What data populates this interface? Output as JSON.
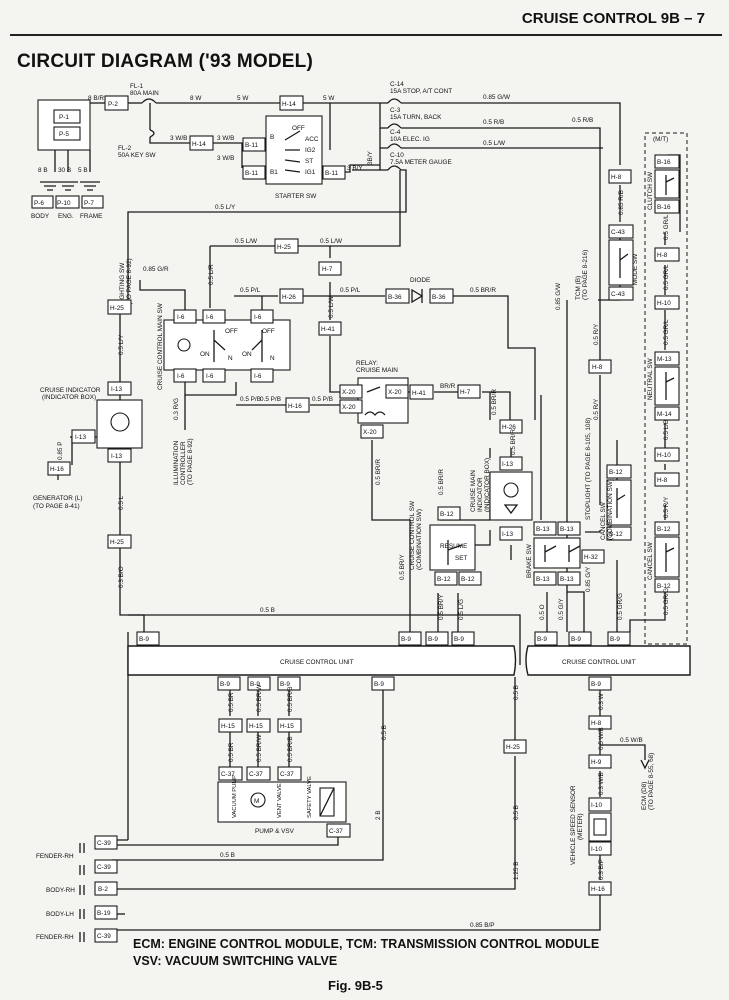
{
  "header": {
    "section": "CRUISE CONTROL 9B – 7",
    "title": "CIRCUIT DIAGRAM ('93 MODEL)"
  },
  "fuses": {
    "fl1": "FL-1",
    "fl1_rating": "80A MAIN",
    "fl2": "FL-2",
    "fl2_rating": "50A KEY SW",
    "c14": "C-14",
    "c14_rating": "15A STOP, A/T CONT",
    "c3": "C-3",
    "c3_rating": "15A TURN, BACK",
    "c4": "C-4",
    "c4_rating": "10A ELEC. IG",
    "c10": "C-10",
    "c10_rating": "7.5A METER GAUGE"
  },
  "battery": {
    "p1": "P-1",
    "p5": "P-5",
    "p2": "P-2"
  },
  "grounds": {
    "p6": "P-6",
    "p10": "P-10",
    "p7": "P-7",
    "body": "BODY",
    "eng": "ENG.",
    "frame": "FRAME"
  },
  "starter": {
    "label": "STARTER SW",
    "off": "OFF",
    "acc": "ACC",
    "ig2": "IG2",
    "st": "ST",
    "ig1": "IG1",
    "b1": "B1",
    "b": "B",
    "b11": "B-11"
  },
  "wires": {
    "w8br": "8 B/R",
    "w8w": "8 W",
    "w5w": "5 W",
    "w5w2": "5 W",
    "w085gw": "0.85 G/W",
    "w05rb": "0.5 R/B",
    "w05rb2": "0.5 R/B",
    "w05lw": "0.5 L/W",
    "w3wb": "3 W/B",
    "w3wb2": "3 W/B",
    "w3wb3": "3 W/B",
    "w3by": "3 B/Y",
    "w3by2": "3B/Y",
    "w8b": "8 B",
    "w30b": "30 B",
    "w5b": "5 B",
    "w05ly": "0.5 L/Y",
    "w05lw2": "0.5 L/W",
    "w05lw3": "0.5 L/W",
    "w05lw4": "0.5 L/W",
    "w05lr": "0.5 L/R",
    "w085gr": "0.85 G/R",
    "w05pl": "0.5 P/L",
    "w05pl2": "0.5 P/L",
    "w05brr": "0.5 BR/R",
    "w05pb": "0.5 P/B",
    "w05pb2": "0.5 P/B",
    "w05pb3": "0.5 P/B",
    "w03rg": "0.3 R/G",
    "w085p": "0.85 P",
    "w05l": "0.5 L",
    "w03bo": "0.3 B/O",
    "w05b": "0.5 B",
    "w05b2": "0.5 B",
    "w05b3": "0.5 B",
    "w05ly2": "0.5 L/Y",
    "brr": "BR/R",
    "w05brr2": "0.5 BR/R",
    "w05brr3": "0.5 BR/R",
    "w05brr4": "0.5 BR/R",
    "w05bry": "0.5 BR/Y",
    "w05lg": "0.5 L/G",
    "w085gw2": "0.85 G/W",
    "w05ry": "0.5 R/Y",
    "w05ry2": "0.5 R/Y",
    "w05ry3": "0.5 R/Y",
    "w085rb": "0.85 R/B",
    "w05grl": "0.5 GR/L",
    "w05gy": "0.5 G/Y",
    "w05grg": "0.5 GR/G",
    "w05grg2": "0.5 GR/G",
    "w05lb": "0.5 L/B",
    "w05o": "0.5 O",
    "w085gy": "0.85 G/Y",
    "w05grl2": "0.5 GR/L",
    "w05grl3": "0.5 GR/L",
    "w05br": "0.5 BR",
    "w05brw": "0.5 BR/W",
    "w05brb": "0.5 BR/B",
    "w05br2": "0.5 BR",
    "w05brw2": "0.5 BR/W",
    "w05brb2": "0.5 BR/B",
    "w2b": "2 B",
    "w05b4": "0.5 B",
    "w05b5": "0.5 B",
    "w125b": "1.25 B",
    "w085bp": "0.85 B/P",
    "w03w": "0.3 W",
    "w05wb": "0.5 W/B",
    "w05wb2": "0.5 W/B",
    "w03wb4": "0.3 W/B",
    "w03bp": "0.3 B/P",
    "w05wb3": "0.5 W/B"
  },
  "connectors": {
    "h14": "H-14",
    "h14b": "H-14",
    "h8": "H-8",
    "c43": "C-43",
    "c43b": "C-43",
    "h25": "H-25",
    "h25b": "H-25",
    "h25c": "H-25",
    "h25d": "H-25",
    "h7": "H-7",
    "h7b": "H-7",
    "h26": "H-26",
    "h26b": "H-26",
    "b36": "B-36",
    "b36b": "B-36",
    "h41": "H-41",
    "h41b": "H-41",
    "i6": "I-6",
    "i6b": "I-6",
    "i6c": "I-6",
    "i6d": "I-6",
    "i6e": "I-6",
    "i6f": "I-6",
    "i13": "I-13",
    "i13b": "I-13",
    "i13c": "I-13",
    "i13d": "I-13",
    "i13e": "I-13",
    "h16": "H-16",
    "h16b": "H-16",
    "h16c": "H-16",
    "x20": "X-20",
    "x20b": "X-20",
    "x20c": "X-20",
    "x20d": "X-20",
    "b12": "B-12",
    "b12b": "B-12",
    "b12c": "B-12",
    "b12d": "B-12",
    "b12e": "B-12",
    "b12f": "B-12",
    "b13": "B-13",
    "b13b": "B-13",
    "b13c": "B-13",
    "b13d": "B-13",
    "h32": "H-32",
    "b16": "B-16",
    "b16b": "B-16",
    "h10": "H-10",
    "h10b": "H-10",
    "m13": "M-13",
    "m14": "M-14",
    "h8b": "H-8",
    "h8c": "H-8",
    "h8d": "H-8",
    "h8e": "H-8",
    "b9": "B-9",
    "b9b": "B-9",
    "b9c": "B-9",
    "b9d": "B-9",
    "b9e": "B-9",
    "b9f": "B-9",
    "b9g": "B-9",
    "b9h": "B-9",
    "b9i": "B-9",
    "b9j": "B-9",
    "b9k": "B-9",
    "b9l": "B-9",
    "h15": "H-15",
    "h15b": "H-15",
    "h15c": "H-15",
    "c37": "C-37",
    "c37b": "C-37",
    "c37c": "C-37",
    "c37d": "C-37",
    "c39": "C-39",
    "c39b": "C-39",
    "c39c": "C-39",
    "b2": "B-2",
    "b19": "B-19",
    "h9": "H-9",
    "h9b": "H-9",
    "i10": "I-10",
    "i10b": "I-10",
    "h25e": "H-25"
  },
  "components": {
    "lighting_sw": "LIGHTING SW",
    "lighting_ref": "(TO PAGE 8-92)",
    "main_sw": "CRUISE CONTROL MAIN SW",
    "off1": "OFF",
    "off2": "OFF",
    "on1": "ON",
    "on2": "ON",
    "n1": "N",
    "n2": "N",
    "indicator": "CRUISE INDICATOR",
    "indicator_box": "(INDICATOR BOX)",
    "illum": "ILLUMINATION",
    "illum2": "CONTROLLER",
    "illum_ref": "(TO PAGE 8-92)",
    "generator": "GENERATOR (L)",
    "generator_ref": "(TO PAGE 8-41)",
    "relay": "RELAY:",
    "relay2": "CRUISE MAIN",
    "diode": "DIODE",
    "comb_sw": "CRUISE CONTROL SW",
    "comb_sw2": "(COMBINATION SW)",
    "resume": "RESUME",
    "set": "SET",
    "main_ind": "CRUISE MAIN",
    "main_ind2": "INDICATOR",
    "main_ind3": "(INDICATOR BOX)",
    "brake_sw": "BRAKE SW",
    "stoplight": "STOPLIGHT (TO PAGE 8-105, 108)",
    "cancel_comb": "CANCEL SW",
    "cancel_comb2": "(COMBINATION SW)",
    "tcm": "TCM (B)",
    "tcm_ref": "(TO PAGE 8-216)",
    "mode_sw": "MODE SW",
    "mt": "(M/T)",
    "clutch_sw": "CLUTCH SW",
    "neutral_sw": "NEUTRAL SW",
    "cancel_sw": "CANCEL SW",
    "ccu": "CRUISE CONTROL UNIT",
    "ccu2": "CRUISE CONTROL UNIT",
    "vacuum_pump": "VACUUM PUMP",
    "m": "M",
    "vent_valve": "VENT VALVE",
    "safety_valve": "SAFETY VALVE",
    "pump_vsv": "PUMP & VSV",
    "fender_rh": "FENDER-RH",
    "body_rh": "BODY-RH",
    "body_lh": "BODY-LH",
    "fender_rh2": "FENDER-RH",
    "vss": "VEHICLE SPEED SENSOR",
    "vss2": "(METER)",
    "ecm": "ECM (D8)",
    "ecm_ref": "(TO PAGE 8-55, 68)"
  },
  "legend": {
    "line1": "ECM: ENGINE CONTROL MODULE, TCM: TRANSMISSION CONTROL MODULE",
    "line2": "VSV: VACUUM SWITCHING VALVE"
  },
  "figure": "Fig. 9B-5"
}
